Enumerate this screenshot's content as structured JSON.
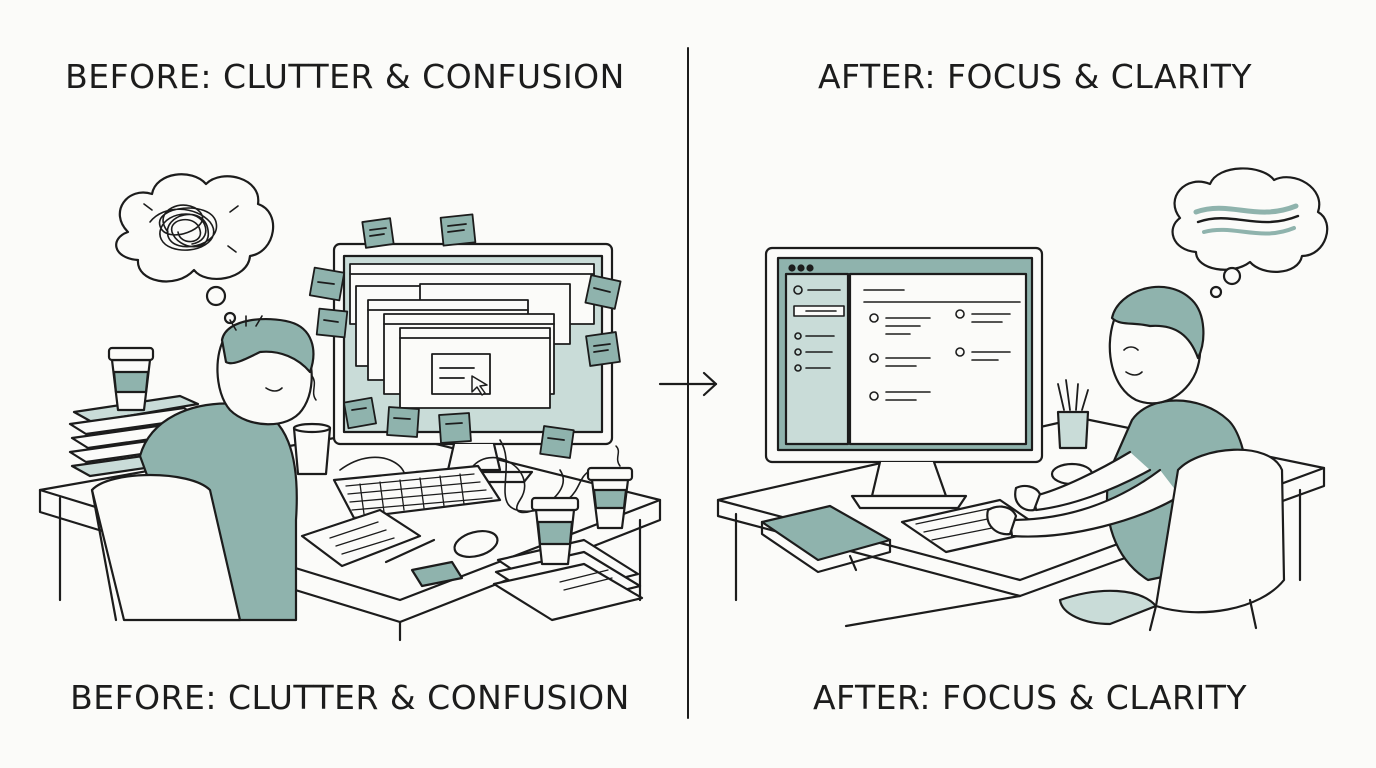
{
  "titles": {
    "before_top": "BEFORE: CLUTTER & CONFUSION",
    "after_top": "AFTER: FOCUS & CLARITY"
  },
  "captions": {
    "before_bottom": "BEFORE: CLUTTER & CONFUSION",
    "after_bottom": "AFTER: FOCUS & CLARITY"
  },
  "colors": {
    "ink": "#1c1c1c",
    "teal": "#8fb3ad",
    "teal_light": "#c9dcd8",
    "paper": "#fbfbf9"
  },
  "icons": [
    "right-arrow-icon",
    "tangled-thought-icon",
    "calm-thought-icon",
    "mouse-cursor-icon"
  ]
}
